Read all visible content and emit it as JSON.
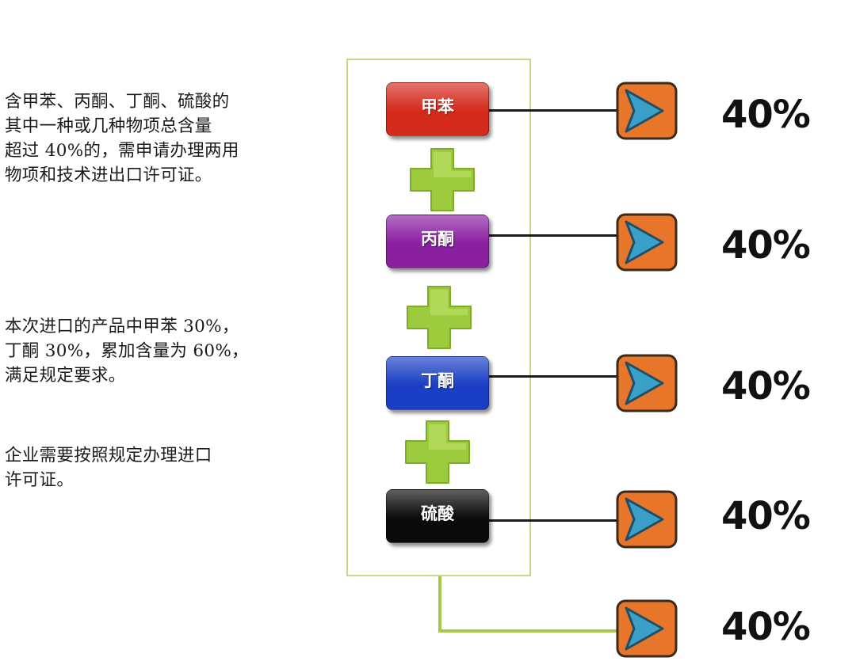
{
  "left_text": {
    "p1_lines": [
      "含甲苯、丙酮、丁酮、硫酸的",
      "其中一种或几种物项总含量",
      "超过 40%的，需申请办理两用",
      "物项和技术进出口许可证。"
    ],
    "p2_lines": [
      "本次进口的产品中甲苯 30%，",
      "丁酮 30%，累加含量为 60%，",
      "满足规定要求。"
    ],
    "p3_lines": [
      "企业需要按照规定办理进口",
      "许可证。"
    ]
  },
  "chemicals": [
    {
      "label": "甲苯",
      "color": "#d42a1c"
    },
    {
      "label": "丙酮",
      "color": "#8a1fa0"
    },
    {
      "label": "丁酮",
      "color": "#1a3fc4"
    },
    {
      "label": "硫酸",
      "color": "#0a0a0a"
    }
  ],
  "percentages": [
    "40%",
    "40%",
    "40%",
    "40%",
    "40%"
  ],
  "colors": {
    "plus": "#9ccc3d",
    "frame": "#c6d98a",
    "connector": "#a9c84a",
    "arrow_bg": "#e8762a",
    "arrow_chevron": "#3aa0c8"
  },
  "icons": {
    "plus": "plus-icon",
    "arrow": "chevron-right-icon"
  }
}
